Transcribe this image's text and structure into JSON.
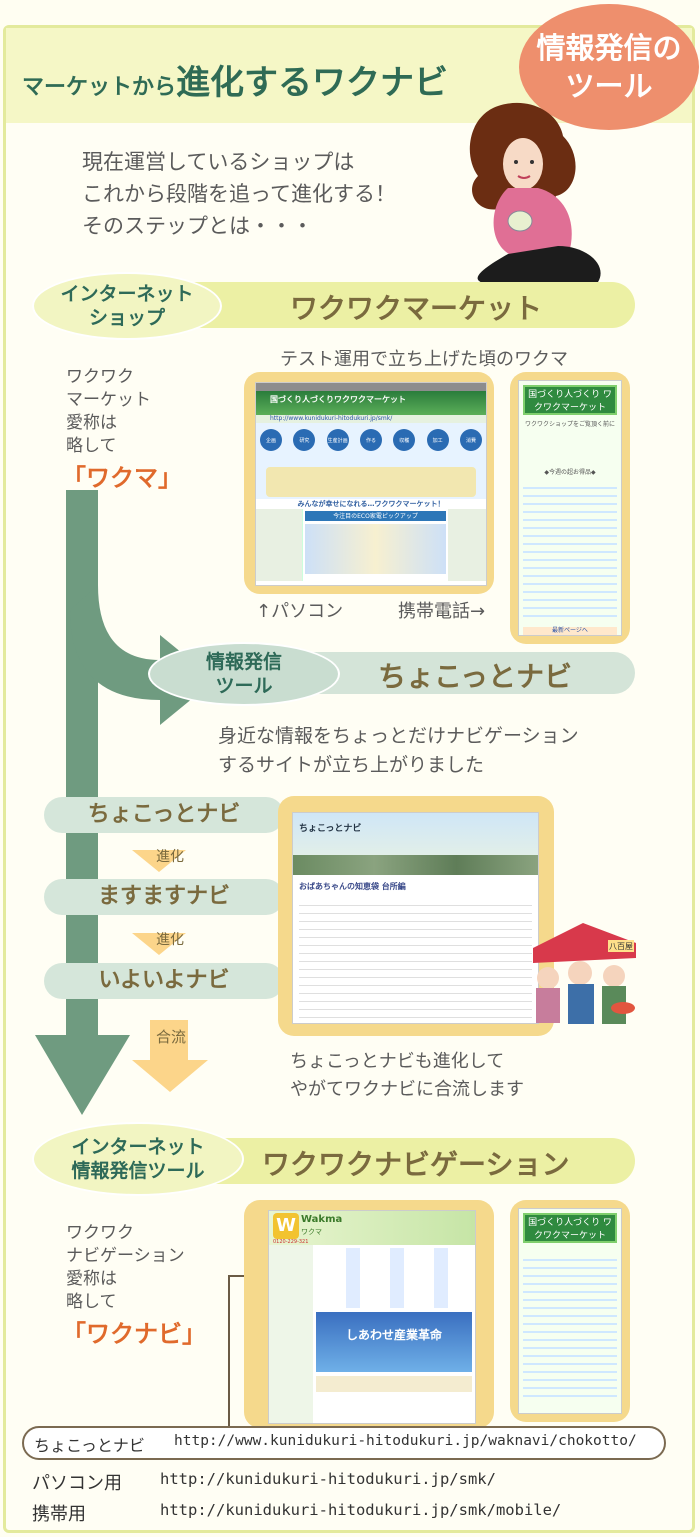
{
  "header": {
    "title_small": "マーケットから",
    "title_big": "進化するワクナビ",
    "badge_line1": "情報発信の",
    "badge_line2": "ツール"
  },
  "intro": {
    "line1": "現在運営しているショップは",
    "line2": "これから段階を追って進化する！",
    "line3": "そのステップとは・・・"
  },
  "section1": {
    "category_line1": "インターネット",
    "category_line2": "ショップ",
    "name": "ワクワクマーケット",
    "caption": "テスト運用で立ち上げた頃のワクマ",
    "nick_line1": "ワクワク",
    "nick_line2": "マーケット",
    "nick_line3": "愛称は",
    "nick_line4": "略して",
    "nickname": "「ワクマ」",
    "pc_label": "↑パソコン",
    "mobile_label": "携帯電話→",
    "pc_site_title": "国づくり人づくりワクワクマーケット",
    "pc_site_url": "http://www.kunidukuri-hitodukuri.jp/smk/",
    "pc_banner": "みんなが幸せになれる…ワクワクマーケット！",
    "pc_eco": "今注目のECO家電ピックアップ",
    "steps": [
      "企画",
      "研究",
      "生産計画",
      "作る",
      "収穫",
      "加工",
      "消費"
    ],
    "mobile_title": "国づくり人づくり ワクワクマーケット",
    "mobile_welcome": "ワクワクショップをご覧頂く前に",
    "mobile_section": "◆今週の超お得品◆",
    "mobile_footer": "最新ページへ"
  },
  "section2": {
    "category_line1": "情報発信",
    "category_line2": "ツール",
    "name": "ちょこっとナビ",
    "desc_line1": "身近な情報をちょっとだけナビゲーション",
    "desc_line2": "するサイトが立ち上がりました",
    "stages": [
      "ちょこっとナビ",
      "ますますナビ",
      "いよいよナビ"
    ],
    "evo1": "進化",
    "evo2": "進化",
    "evo3": "合流",
    "blog_header": "ちょこっとナビ",
    "blog_post_title": "おばあちゃんの知恵袋 台所編",
    "merge_line1": "ちょこっとナビも進化して",
    "merge_line2": "やがてワクナビに合流します",
    "shop_sign": "八百屋"
  },
  "section3": {
    "category_line1": "インターネット",
    "category_line2": "情報発信ツール",
    "name": "ワクワクナビゲーション",
    "nick_line1": "ワクワク",
    "nick_line2": "ナビゲーション",
    "nick_line3": "愛称は",
    "nick_line4": "略して",
    "nickname": "「ワクナビ」",
    "logo_main": "Wakma",
    "logo_sub": "ワクマ",
    "phone": "0120-229-321",
    "campaign": "しあわせ産業革命",
    "mobile_title": "国づくり人づくり ワクワクマーケット"
  },
  "links": {
    "choko_label": "ちょこっとナビ",
    "choko_url": "http://www.kunidukuri-hitodukuri.jp/waknavi/chokotto/",
    "pc_label": "パソコン用",
    "pc_url": "http://kunidukuri-hitodukuri.jp/smk/",
    "mobile_label": "携帯用",
    "mobile_url": "http://kunidukuri-hitodukuri.jp/smk/mobile/"
  },
  "colors": {
    "title": "#2f6b55",
    "badge": "#ee8f6d",
    "pill": "#ecf0a4",
    "arrow": "#6f9b80",
    "accent_orange": "#e06a2c",
    "frame": "#f5d98c"
  }
}
